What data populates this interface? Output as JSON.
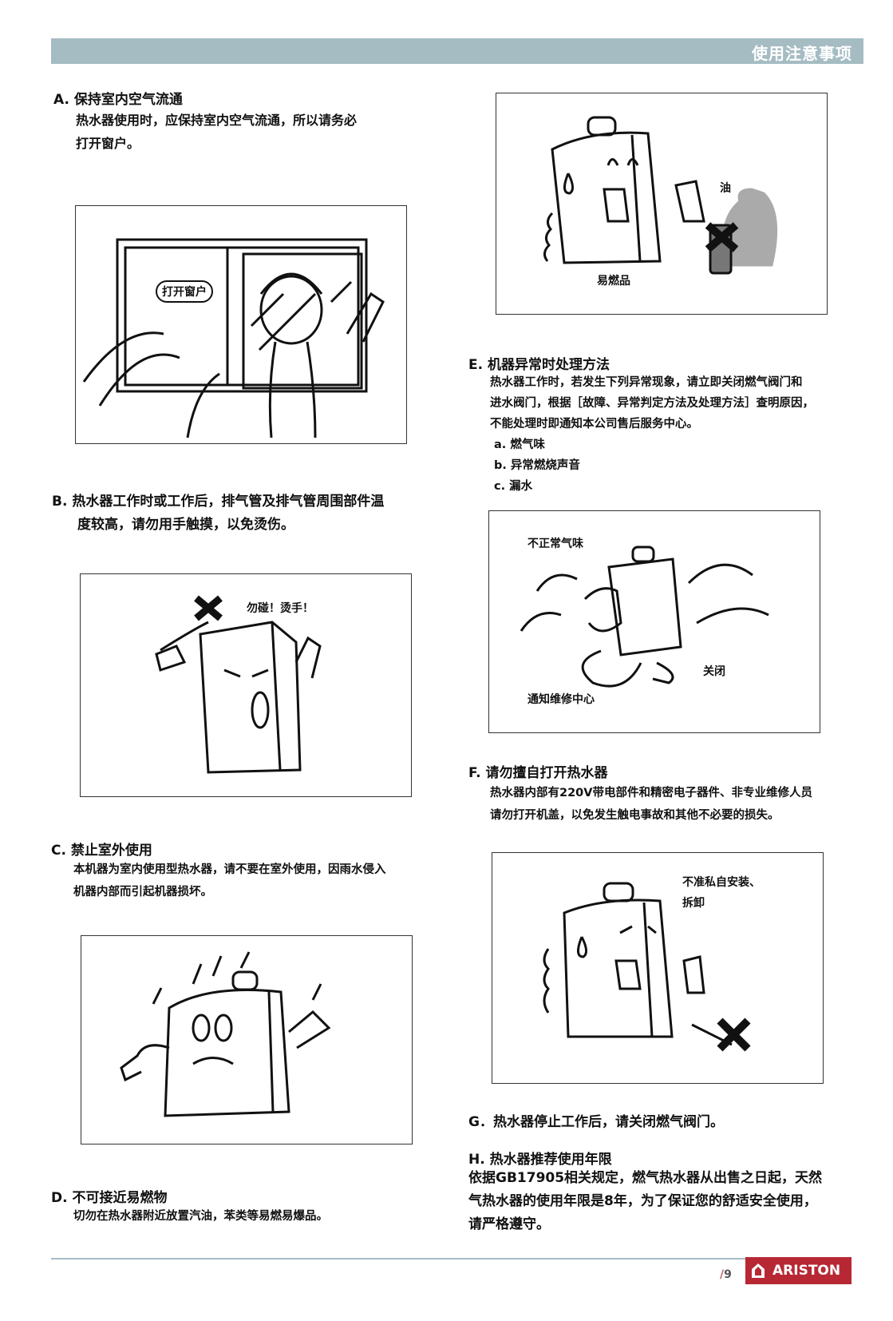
{
  "header": {
    "title": "使用注意事项"
  },
  "sections": {
    "a": {
      "title": "A. 保持室内空气流通",
      "lines": [
        "热水器使用时，应保持室内空气流通，所以请务必",
        "打开窗户。"
      ],
      "figure_label": "打开窗户"
    },
    "b": {
      "title_lines": [
        "B. 热水器工作时或工作后，排气管及排气管周围部件温",
        "度较高，请勿用手触摸，以免烫伤。"
      ],
      "figure_label": "勿碰！烫手！"
    },
    "c": {
      "title": "C. 禁止室外使用",
      "lines": [
        "本机器为室内使用型热水器，请不要在室外使用，因雨水侵入",
        "机器内部而引起机器损坏。"
      ]
    },
    "d": {
      "title": "D. 不可接近易燃物",
      "lines": [
        "切勿在热水器附近放置汽油，苯类等易燃易爆品。"
      ],
      "figure_labels": {
        "oil": "油",
        "flammable": "易燃品"
      }
    },
    "e": {
      "title": "E. 机器异常时处理方法",
      "lines": [
        "热水器工作时，若发生下列异常现象，请立即关闭燃气阀门和",
        "进水阀门，根据［故障、异常判定方法及处理方法］查明原因，",
        "不能处理时即通知本公司售后服务中心。"
      ],
      "items": [
        "a. 燃气味",
        "b. 异常燃烧声音",
        "c.  漏水"
      ],
      "figure_labels": {
        "smell": "不正常气味",
        "close": "关闭",
        "notify": "通知维修中心"
      }
    },
    "f": {
      "title": "F. 请勿擅自打开热水器",
      "lines": [
        "热水器内部有220V带电部件和精密电子器件、非专业维修人员",
        "请勿打开机盖，以免发生触电事故和其他不必要的损失。"
      ],
      "figure_labels": [
        "不准私自安装、",
        "拆卸"
      ]
    },
    "g": {
      "title": "G．热水器停止工作后，请关闭燃气阀门。"
    },
    "h": {
      "title": "H. 热水器推荐使用年限",
      "lines": [
        "依据GB17905相关规定，燃气热水器从出售之日起，天然",
        "气热水器的使用年限是8年，为了保证您的舒适安全使用，",
        "请严格遵守。"
      ]
    }
  },
  "footer": {
    "page_slash": "/",
    "page": "9",
    "brand": "ARISTON"
  },
  "colors": {
    "header_bar": "#a5bcc3",
    "brand_red": "#b72834"
  }
}
